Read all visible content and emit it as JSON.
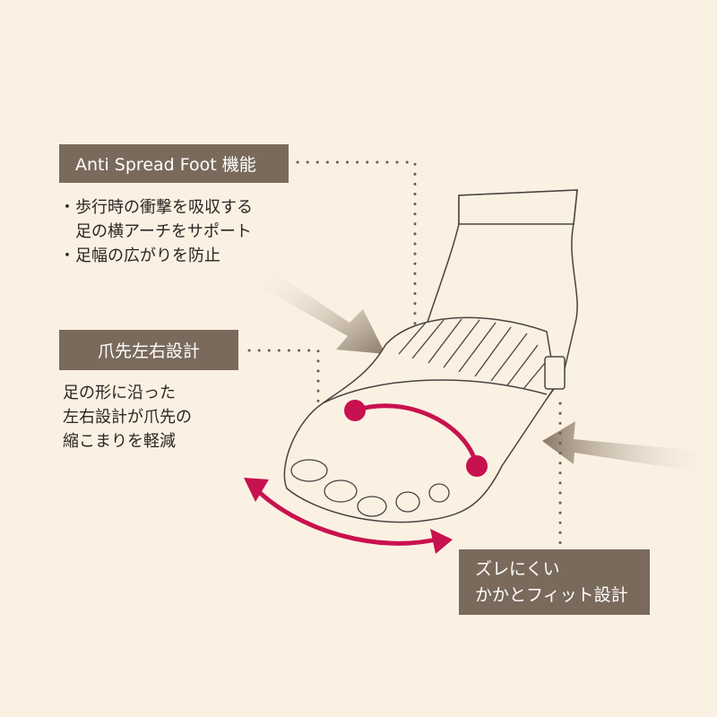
{
  "callouts": [
    {
      "title": "Anti Spread Foot 機能",
      "lines": [
        "・歩行時の衝撃を吸収する",
        "　足の横アーチをサポート",
        "・足幅の広がりを防止"
      ]
    },
    {
      "title": "爪先左右設計",
      "lines": [
        "足の形に沿った",
        "左右設計が爪先の",
        "縮こまりを軽減"
      ]
    },
    {
      "title_lines": [
        "ズレにくい",
        "かかとフィット設計"
      ]
    }
  ],
  "colors": {
    "background": "#fbf1e3",
    "label_bg": "#7a6a5c",
    "accent": "#c8114f"
  }
}
